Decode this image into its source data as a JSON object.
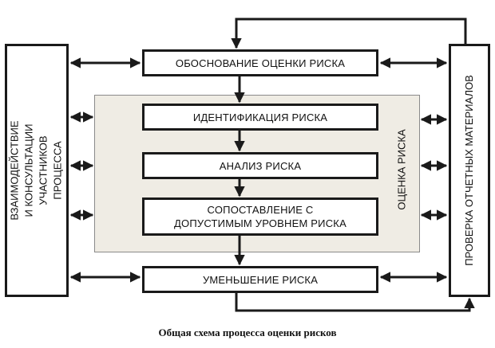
{
  "boxes": {
    "left": "ВЗАИМОДЕЙСТВИЕ И КОНСУЛЬТАЦИИ УЧАСТНИКОВ ПРОЦЕССА",
    "right": "ПРОВЕРКА ОТЧЕТНЫХ МАТЕРИАЛОВ",
    "basis": "ОБОСНОВАНИЕ ОЦЕНКИ РИСКА",
    "identification": "ИДЕНТИФИКАЦИЯ РИСКА",
    "analysis": "АНАЛИЗ РИСКА",
    "comparison": "СОПОСТАВЛЕНИЕ С ДОПУСТИМЫМ УРОВНЕМ РИСКА",
    "reduction": "УМЕНЬШЕНИЕ РИСКА"
  },
  "panel_label": "ОЦЕНКА РИСКА",
  "caption": "Общая схема процесса оценки рисков",
  "colors": {
    "line": "#1a1a1a",
    "panel": "#efece4"
  }
}
